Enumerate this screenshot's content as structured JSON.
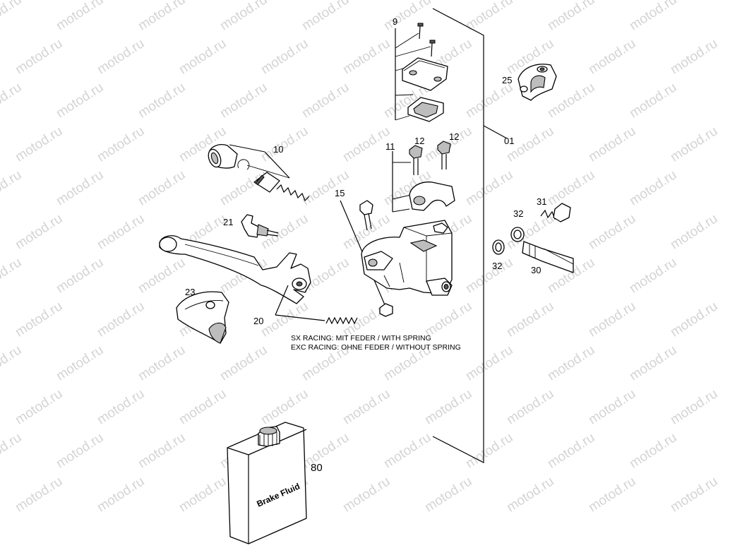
{
  "watermark": "motod.ru",
  "callouts": {
    "c9": "9",
    "c25": "25",
    "c01": "01",
    "c10": "10",
    "c11": "11",
    "c12a": "12",
    "c12b": "12",
    "c15": "15",
    "c21": "21",
    "c31": "31",
    "c32a": "32",
    "c32b": "32",
    "c30": "30",
    "c23": "23",
    "c20": "20",
    "c80": "80"
  },
  "notes": {
    "sx": "SX RACING: MIT FEDER / WITH SPRING",
    "exc": "EXC RACING: OHNE FEDER / WITHOUT SPRING"
  },
  "bottle_label": "Brake Fluid"
}
